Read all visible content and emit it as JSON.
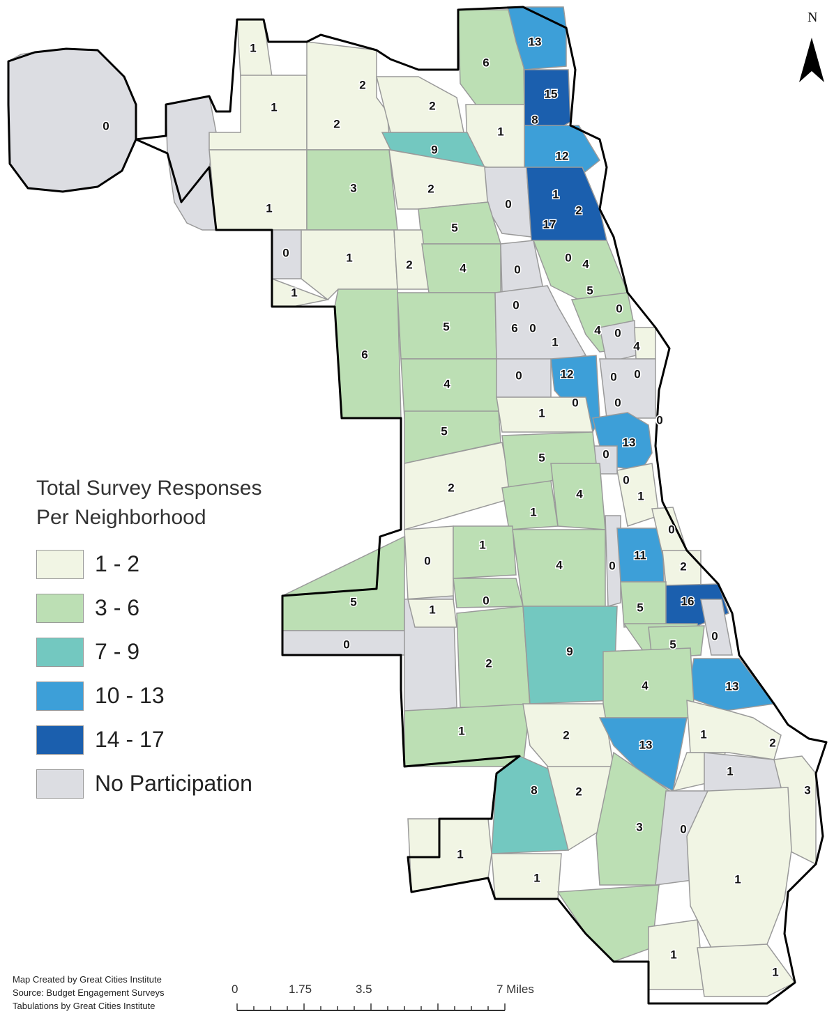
{
  "legend": {
    "title_line1": "Total Survey Responses",
    "title_line2": "Per Neighborhood",
    "classes": [
      {
        "label": "1 - 2",
        "color": "#f1f5e4"
      },
      {
        "label": "3 - 6",
        "color": "#bcdfb4"
      },
      {
        "label": "7 - 9",
        "color": "#73c8c0"
      },
      {
        "label": "10 - 13",
        "color": "#3d9fd8"
      },
      {
        "label": "14 - 17",
        "color": "#1b5fae"
      },
      {
        "label": "No Participation",
        "color": "#dcdde2"
      }
    ]
  },
  "credits": {
    "line1": "Map Created by Great Cities Institute",
    "line2": "Source: Budget Engagement Surveys",
    "line3": "Tabulations by Great Cities Institute"
  },
  "scale_bar": {
    "ticks": [
      "0",
      "1.75",
      "3.5",
      "7 Miles"
    ]
  },
  "north_arrow": {
    "letter": "N"
  },
  "neighborhood_labels": [
    "0",
    "1",
    "1",
    "2",
    "2",
    "2",
    "6",
    "13",
    "15",
    "8",
    "1",
    "9",
    "12",
    "3",
    "2",
    "0",
    "1",
    "1",
    "2",
    "17",
    "5",
    "0",
    "1",
    "2",
    "4",
    "0",
    "0",
    "4",
    "1",
    "5",
    "0",
    "0",
    "1",
    "6",
    "6",
    "0",
    "4",
    "5",
    "0",
    "4",
    "4",
    "12",
    "0",
    "0",
    "0",
    "1",
    "0",
    "0",
    "5",
    "13",
    "0",
    "2",
    "5",
    "0",
    "4",
    "1",
    "1",
    "0",
    "1",
    "0",
    "4",
    "0",
    "11",
    "2",
    "5",
    "1",
    "0",
    "16",
    "0",
    "0",
    "5",
    "9",
    "5",
    "2",
    "4",
    "13",
    "1",
    "2",
    "13",
    "1",
    "0",
    "2",
    "8",
    "2",
    "3",
    "3",
    "0",
    "1",
    "1",
    "1",
    "1",
    "1",
    "1"
  ]
}
